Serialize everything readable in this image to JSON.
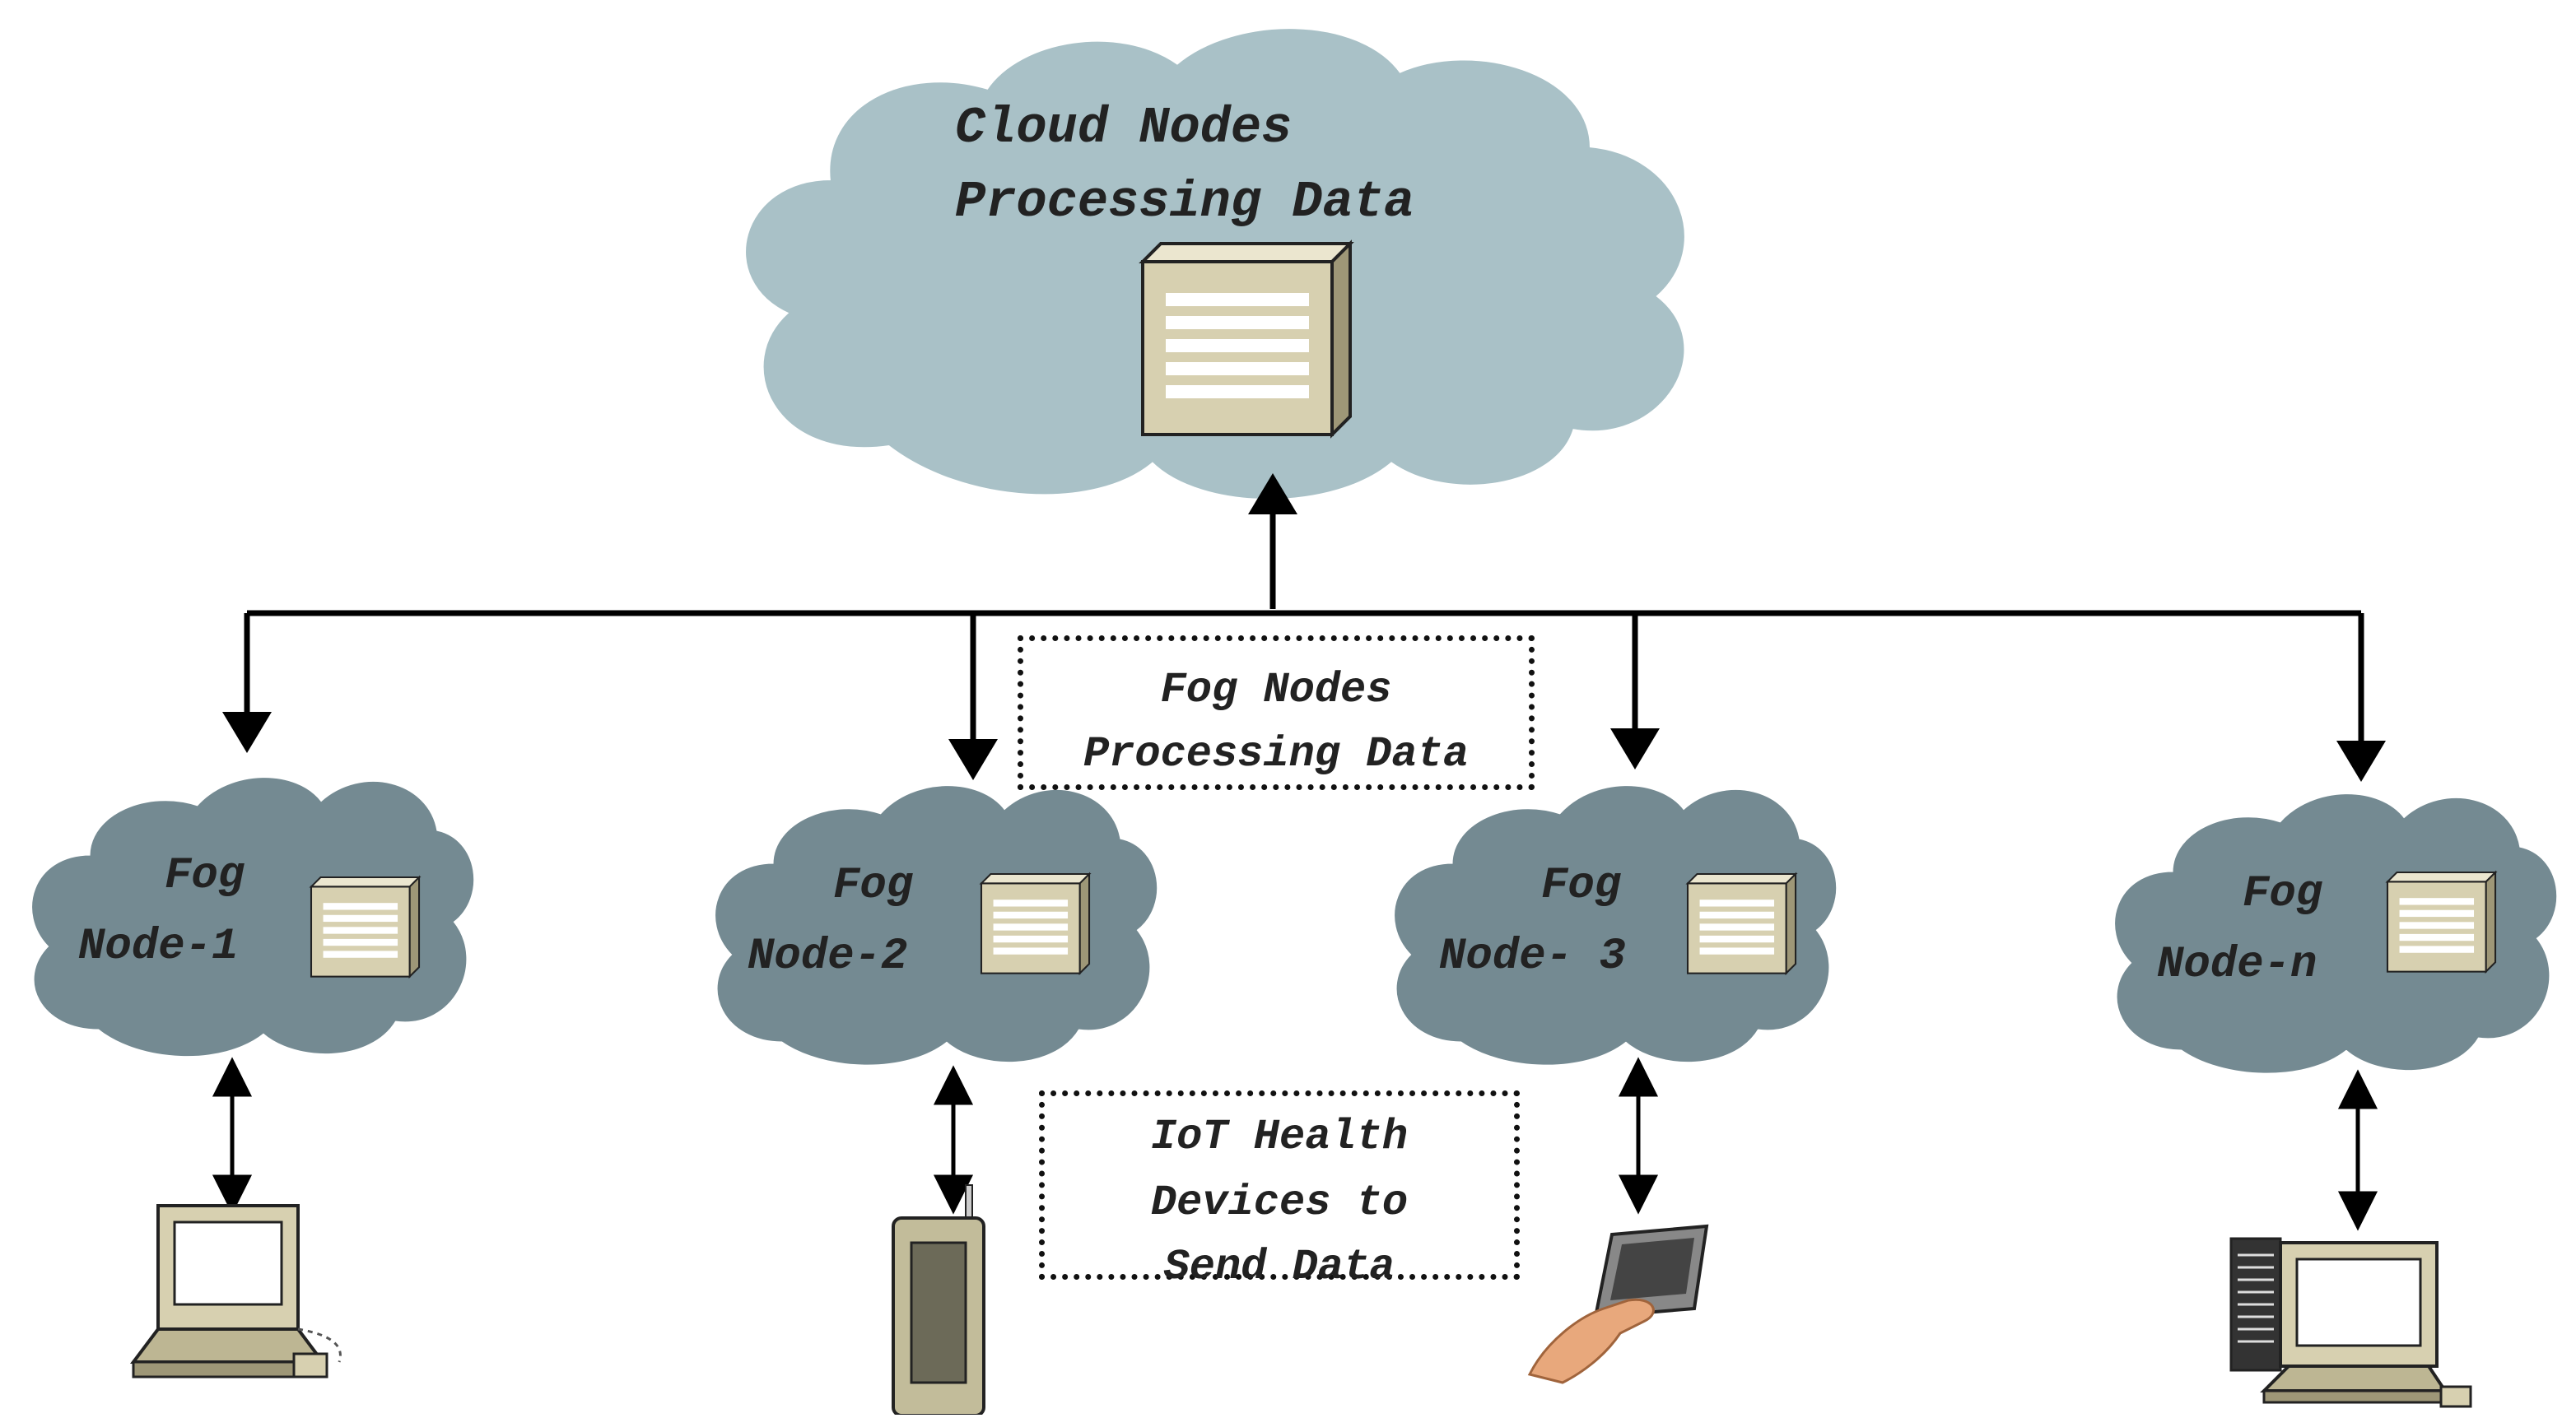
{
  "cloud": {
    "line1": "Cloud Nodes",
    "line2": "Processing Data"
  },
  "fog_box": {
    "line1": "Fog Nodes",
    "line2": "Processing Data"
  },
  "iot_box": {
    "line1": "IoT Health",
    "line2": "Devices to",
    "line3": "Send Data"
  },
  "fog_nodes": [
    {
      "line1": "Fog",
      "line2": "Node-1"
    },
    {
      "line1": "Fog",
      "line2": "Node-2"
    },
    {
      "line1": "Fog",
      "line2": "Node- 3"
    },
    {
      "line1": "Fog",
      "line2": "Node-n"
    }
  ],
  "devices": [
    {
      "icon": "laptop-icon"
    },
    {
      "icon": "mobile-phone-icon"
    },
    {
      "icon": "handheld-device-icon"
    },
    {
      "icon": "desktop-computer-icon"
    }
  ],
  "colors": {
    "main_cloud": "#a9c1c7",
    "fog_cloud": "#748a92",
    "server_face": "#d7d0b0",
    "line": "#000000"
  }
}
